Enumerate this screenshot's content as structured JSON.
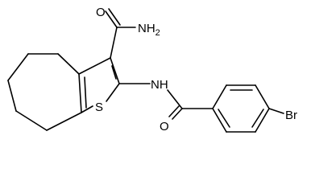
{
  "molecule": {
    "atom_labels": {
      "amide_o": "O",
      "amide_n": "NH",
      "amide_n_sub": "2",
      "sulfur": "S",
      "nh": "NH",
      "benzoyl_o": "O",
      "bromine": "Br"
    }
  }
}
